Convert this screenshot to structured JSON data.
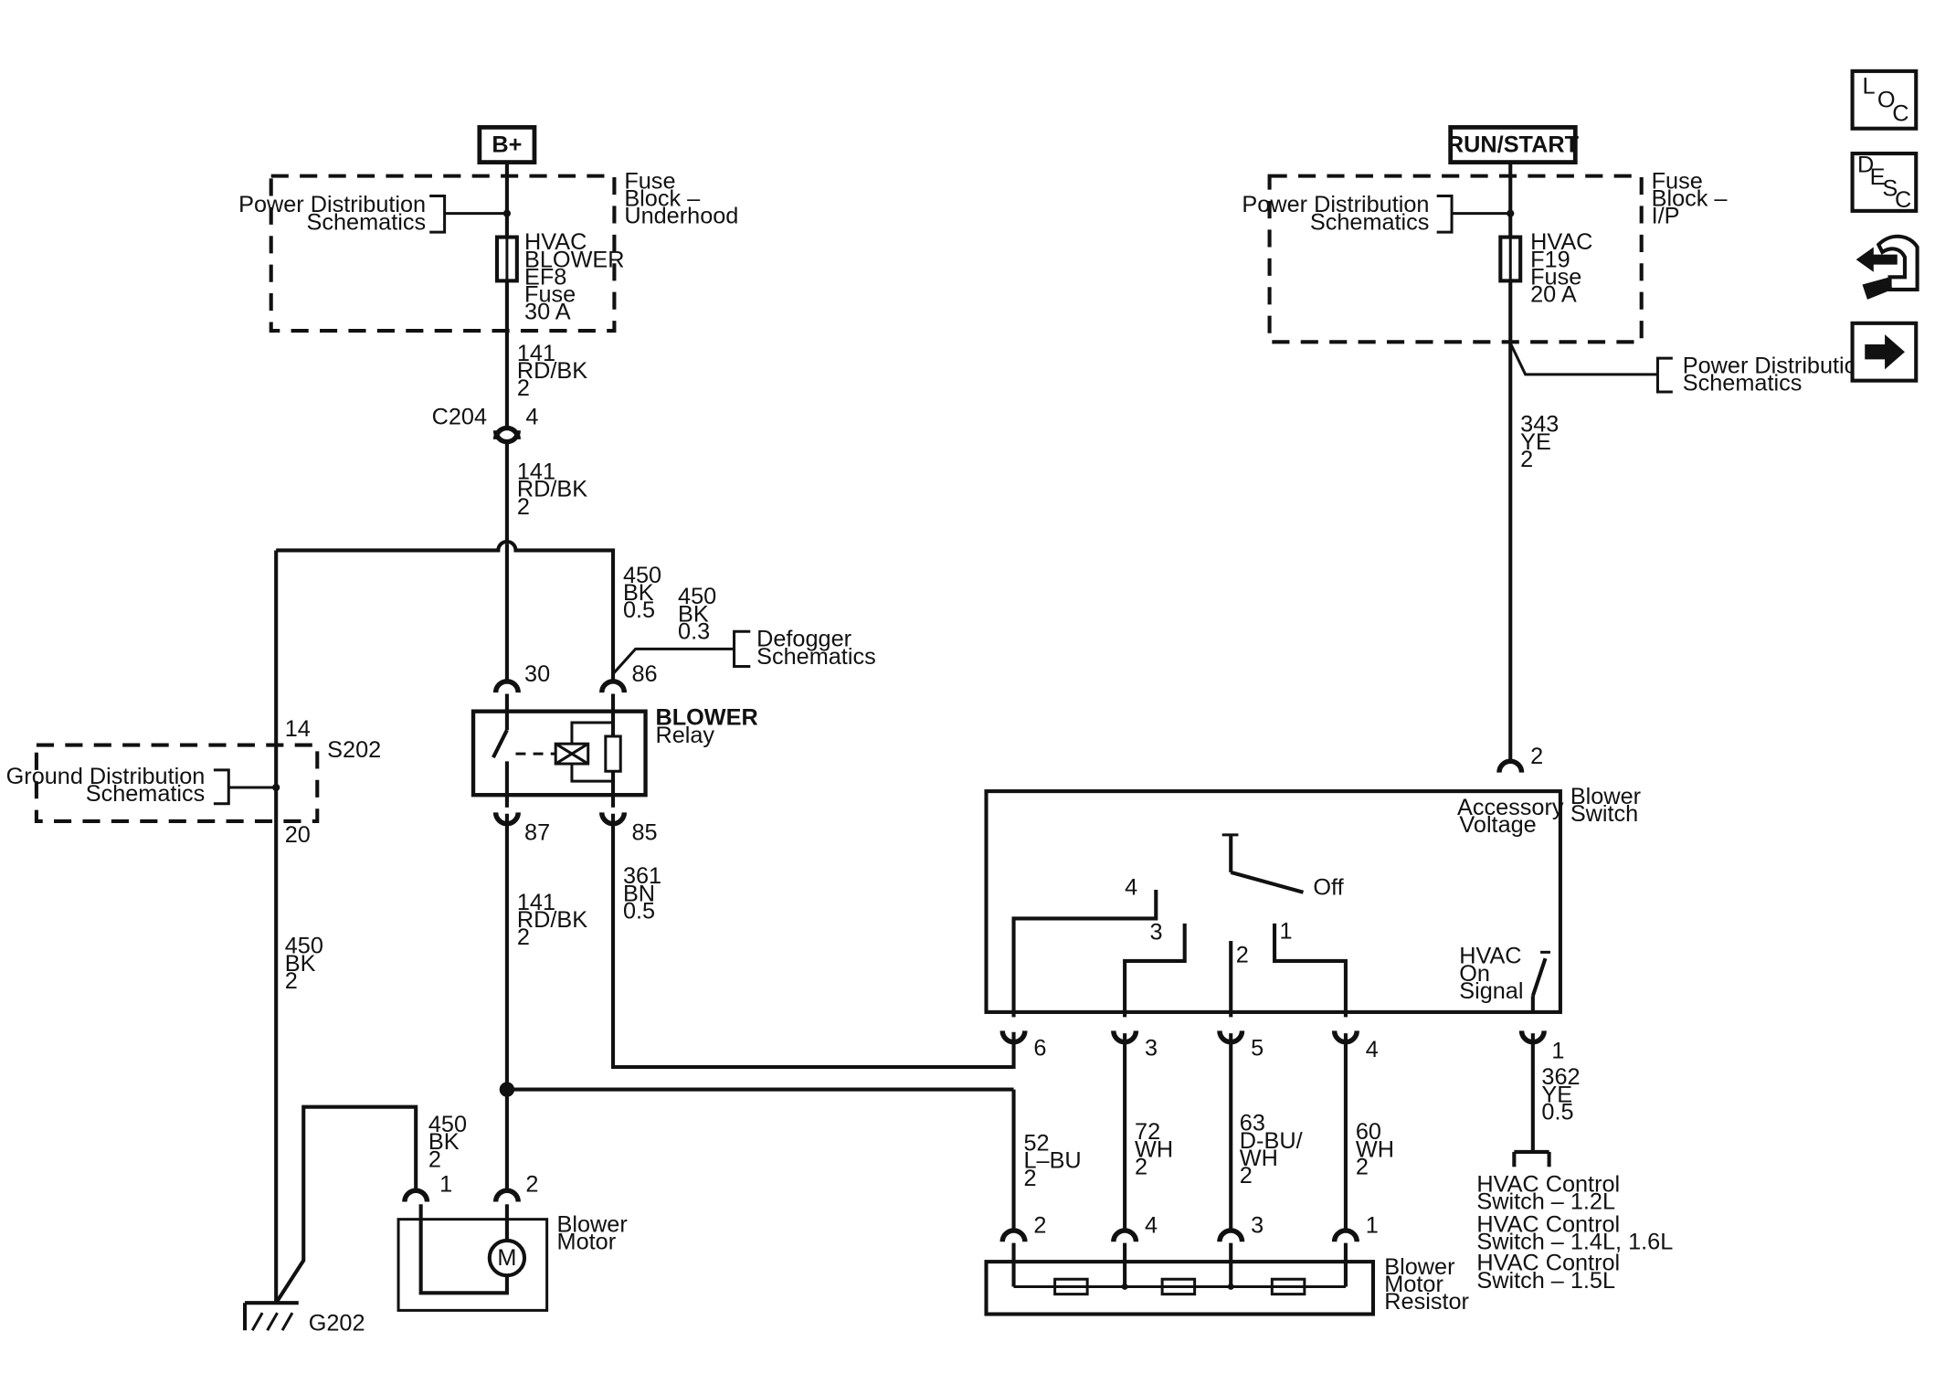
{
  "sources": {
    "bplus": "B+",
    "runstart": "RUN/START"
  },
  "fuse_blocks": {
    "underhood": [
      "Fuse",
      "Block –",
      "Underhood"
    ],
    "ip": [
      "Fuse",
      "Block –",
      "I/P"
    ]
  },
  "fuses": {
    "ef8": [
      "HVAC",
      "BLOWER",
      "EF8",
      "Fuse",
      "30 A"
    ],
    "f19": [
      "HVAC",
      "F19",
      "Fuse",
      "20 A"
    ]
  },
  "refs": {
    "pd_underhood": [
      "Power Distribution",
      "Schematics"
    ],
    "pd_ip": [
      "Power Distribution",
      "Schematics"
    ],
    "pd_right": [
      "Power Distribution",
      "Schematics"
    ],
    "ground": [
      "Ground Distribution",
      "Schematics"
    ],
    "defogger": [
      "Defogger",
      "Schematics"
    ]
  },
  "wires": {
    "w141_top": [
      "141",
      "RD/BK",
      "2"
    ],
    "w141_mid": [
      "141",
      "RD/BK",
      "2"
    ],
    "w141_low": [
      "141",
      "RD/BK",
      "2"
    ],
    "w450_05": [
      "450",
      "BK",
      "0.5"
    ],
    "w450_03": [
      "450",
      "BK",
      "0.3"
    ],
    "w361": [
      "361",
      "BN",
      "0.5"
    ],
    "w450_left": [
      "450",
      "BK",
      "2"
    ],
    "w450_motor": [
      "450",
      "BK",
      "2"
    ],
    "w343": [
      "343",
      "YE",
      "2"
    ],
    "w362": [
      "362",
      "YE",
      "0.5"
    ],
    "w52": [
      "52",
      "L–BU",
      "2"
    ],
    "w72": [
      "72",
      "WH",
      "2"
    ],
    "w63": [
      "63",
      "D-BU/",
      "WH",
      "2"
    ],
    "w60": [
      "60",
      "WH",
      "2"
    ]
  },
  "connectors": {
    "c204": "C204",
    "c204_pin": "4",
    "relay_30": "30",
    "relay_86": "86",
    "relay_87": "87",
    "relay_85": "85",
    "s202": "S202",
    "s202_14": "14",
    "s202_20": "20",
    "switch_2": "2",
    "switch_6": "6",
    "switch_3": "3",
    "switch_5": "5",
    "switch_4": "4",
    "switch_1": "1",
    "resistor_2": "2",
    "resistor_4": "4",
    "resistor_3": "3",
    "resistor_1": "1",
    "motor_1": "1",
    "motor_2": "2",
    "g202": "G202"
  },
  "components": {
    "relay": [
      "BLOWER",
      "Relay"
    ],
    "blower_switch": [
      "Blower",
      "Switch"
    ],
    "accessory": [
      "Accessory",
      "Voltage"
    ],
    "off": "Off",
    "pos4": "4",
    "pos3": "3",
    "pos2": "2",
    "pos1": "1",
    "hvac_on": [
      "HVAC",
      "On",
      "Signal"
    ],
    "blower_motor": [
      "Blower",
      "Motor"
    ],
    "motor_symbol": "M",
    "resistor": [
      "Blower",
      "Motor",
      "Resistor"
    ]
  },
  "hvac_control": [
    [
      "HVAC Control",
      "Switch – 1.2L"
    ],
    [
      "HVAC Control",
      "Switch – 1.4L, 1.6L"
    ],
    [
      "HVAC Control",
      "Switch – 1.5L"
    ]
  ],
  "nav_icons": {
    "loc": [
      "L",
      "O",
      "C"
    ],
    "desc": [
      "D",
      "E",
      "S",
      "C"
    ]
  }
}
